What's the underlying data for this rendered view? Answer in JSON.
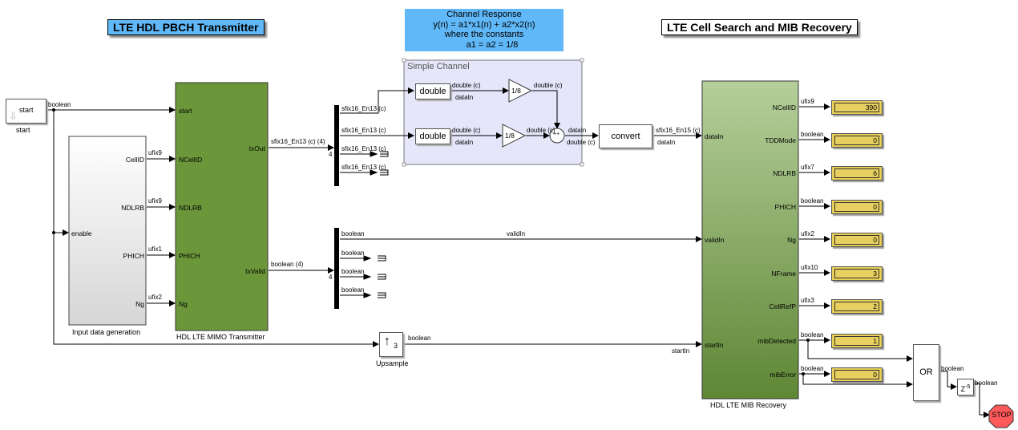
{
  "titles": {
    "transmitter": "LTE HDL PBCH Transmitter",
    "receiver": "LTE Cell Search and MIB Recovery"
  },
  "note": {
    "lines": [
      "Channel Response",
      "y(n) = a1*x1(n) + a2*x2(n)",
      "where the constants",
      "a1 = a2 = 1/8"
    ]
  },
  "start_block": {
    "text": "start",
    "name": "start",
    "out_type": "boolean"
  },
  "input_gen": {
    "name": "Input data generation",
    "in_port": "enable",
    "out_ports": [
      "CellID",
      "NDLRB",
      "PHICH",
      "Ng"
    ],
    "out_types": [
      "ufix9",
      "ufix9",
      "ufix1",
      "ufix2"
    ]
  },
  "transmitter": {
    "name": "HDL LTE MIMO Transmitter",
    "in_ports": [
      "start",
      "NCellID",
      "NDLRB",
      "PHICH",
      "Ng"
    ],
    "out_ports": [
      "txOut",
      "txValid"
    ],
    "out_types": [
      "sfix16_En13 (c) (4)",
      "boolean (4)"
    ]
  },
  "demux1": {
    "width_label": "4",
    "out_types": [
      "sfix16_En13 (c)",
      "sfix16_En13 (c)",
      "sfix16_En13 (c)",
      "sfix16_En13 (c)"
    ]
  },
  "demux2": {
    "width_label": "4",
    "out_types": [
      "boolean",
      "boolean",
      "boolean",
      "boolean"
    ]
  },
  "channel": {
    "name": "Simple Channel",
    "convert_label": "double",
    "gain_label": "1/8",
    "type_double": "double (c)",
    "signal_datain": "dataIn",
    "sum_signs": "++"
  },
  "convert": {
    "label": "convert",
    "out_type": "sfix16_En15 (c)",
    "signal": "dataIn"
  },
  "valid_signal": "validIn",
  "upsample": {
    "name": "Upsample",
    "factor": "3",
    "out_type": "boolean",
    "signal": "startIn"
  },
  "receiver": {
    "name": "HDL LTE MIB Recovery",
    "in_ports": [
      "dataIn",
      "validIn",
      "startIn"
    ],
    "out_ports": [
      "NCellID",
      "TDDMode",
      "NDLRB",
      "PHICH",
      "Ng",
      "NFrame",
      "CellRefP",
      "mibDetected",
      "mibError"
    ],
    "out_types": [
      "ufix9",
      "boolean",
      "ufix7",
      "boolean",
      "ufix2",
      "ufix10",
      "ufix3",
      "boolean",
      "boolean"
    ],
    "display_values": [
      "390",
      "0",
      "6",
      "0",
      "0",
      "3",
      "2",
      "1",
      "0"
    ]
  },
  "or_block": {
    "label": "OR",
    "out_type": "boolean"
  },
  "delay": {
    "base": "Z",
    "exp": "-5",
    "out_type": "boolean"
  },
  "stop": {
    "label": "STOP",
    "color": "#ff5a5a"
  },
  "colors": {
    "transmitter_fill": "#6b973a",
    "receiver_top": "#b6cf9b",
    "receiver_bottom": "#5e8735",
    "note_fill": "#60b8f8",
    "channel_fill": "#e6e6fb",
    "display_fill": "#e8cf55"
  }
}
